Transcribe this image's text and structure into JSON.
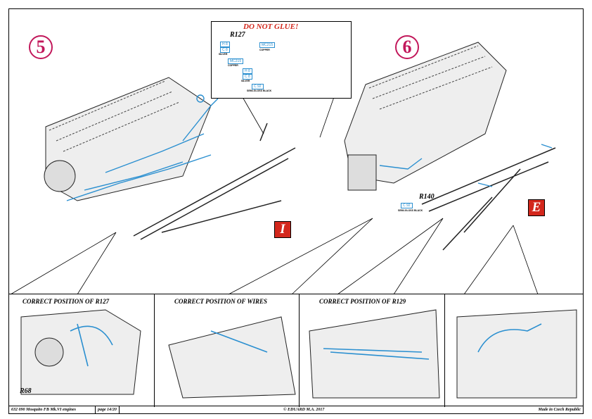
{
  "steps": [
    {
      "number": "5"
    },
    {
      "number": "6"
    }
  ],
  "badges": [
    "I",
    "E"
  ],
  "detail": {
    "warning": "DO NOT GLUE!",
    "part": "R127",
    "tags": [
      {
        "code": "H 8",
        "code2": "C 8",
        "note": "SILVER"
      },
      {
        "code": "MC215",
        "note": "COPPER"
      },
      {
        "code": "MC215",
        "note": "COPPER"
      },
      {
        "code": "H 8",
        "code2": "C 8",
        "note": "SILVER"
      },
      {
        "code": "C 92",
        "note": "SEMI-GLOSS BLACK"
      }
    ]
  },
  "r140": {
    "part": "R140",
    "code": "C 92",
    "note": "SEMI-GLOSS BLACK"
  },
  "panels": [
    {
      "title": "CORRECT POSITION OF R127",
      "label": "R68"
    },
    {
      "title": "CORRECT POSITION OF WIRES"
    },
    {
      "title": "CORRECT POSITION OF R129"
    },
    {
      "title": ""
    }
  ],
  "footer": {
    "product": "632 090  Mosquito FB Mk.VI engines",
    "page": "page 14/20",
    "copyright": "© EDUARD  M.A. 2017",
    "origin": "Made in Czech Republic"
  },
  "colors": {
    "accent_blue": "#2a8fd0",
    "step_magenta": "#c2185b",
    "badge_red": "#d3271c"
  }
}
